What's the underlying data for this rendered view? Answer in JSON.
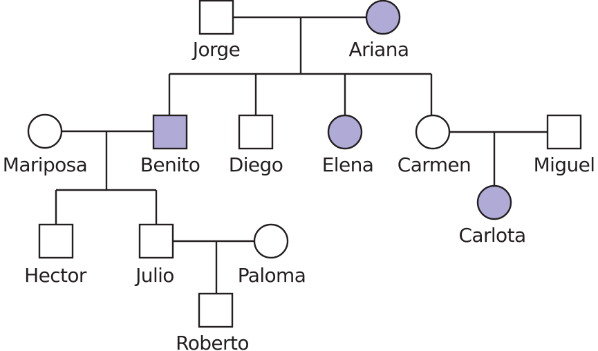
{
  "diagram": {
    "type": "pedigree",
    "legend_colors": {
      "affected_fill": "#b0abd6",
      "unaffected_fill": "#ffffff",
      "stroke": "#231f20"
    },
    "individuals": [
      {
        "id": "jorge",
        "name": "Jorge",
        "sex": "male",
        "affected": false,
        "generation": 1
      },
      {
        "id": "ariana",
        "name": "Ariana",
        "sex": "female",
        "affected": true,
        "generation": 1
      },
      {
        "id": "mariposa",
        "name": "Mariposa",
        "sex": "female",
        "affected": false,
        "generation": 2
      },
      {
        "id": "benito",
        "name": "Benito",
        "sex": "male",
        "affected": true,
        "generation": 2
      },
      {
        "id": "diego",
        "name": "Diego",
        "sex": "male",
        "affected": false,
        "generation": 2
      },
      {
        "id": "elena",
        "name": "Elena",
        "sex": "female",
        "affected": true,
        "generation": 2
      },
      {
        "id": "carmen",
        "name": "Carmen",
        "sex": "female",
        "affected": false,
        "generation": 2
      },
      {
        "id": "miguel",
        "name": "Miguel",
        "sex": "male",
        "affected": false,
        "generation": 2
      },
      {
        "id": "hector",
        "name": "Hector",
        "sex": "male",
        "affected": false,
        "generation": 3
      },
      {
        "id": "julio",
        "name": "Julio",
        "sex": "male",
        "affected": false,
        "generation": 3
      },
      {
        "id": "paloma",
        "name": "Paloma",
        "sex": "female",
        "affected": false,
        "generation": 3
      },
      {
        "id": "carlota",
        "name": "Carlota",
        "sex": "female",
        "affected": true,
        "generation": 3
      },
      {
        "id": "roberto",
        "name": "Roberto",
        "sex": "male",
        "affected": false,
        "generation": 4
      }
    ],
    "matings": [
      {
        "partners": [
          "jorge",
          "ariana"
        ],
        "children": [
          "benito",
          "diego",
          "elena",
          "carmen"
        ]
      },
      {
        "partners": [
          "mariposa",
          "benito"
        ],
        "children": [
          "hector",
          "julio"
        ]
      },
      {
        "partners": [
          "carmen",
          "miguel"
        ],
        "children": [
          "carlota"
        ]
      },
      {
        "partners": [
          "julio",
          "paloma"
        ],
        "children": [
          "roberto"
        ]
      }
    ]
  }
}
